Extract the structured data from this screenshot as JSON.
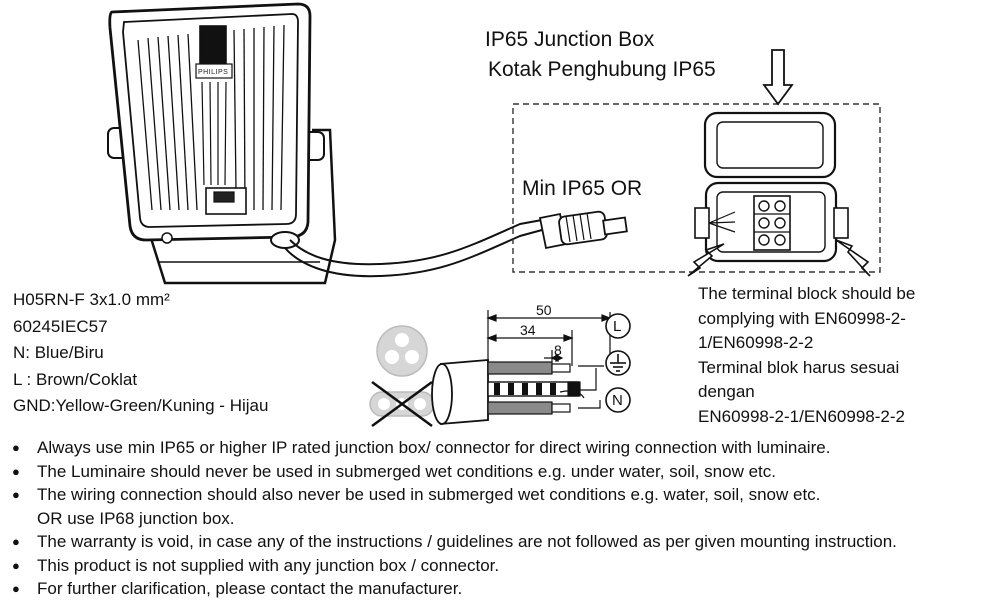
{
  "junction_box": {
    "title_en": "IP65 Junction Box",
    "title_id": "Kotak Penghubung IP65"
  },
  "connector_label": "Min  IP65  OR",
  "brand_on_luminaire": "PHILIPS",
  "cable_spec": {
    "line1": "H05RN-F 3x1.0 mm²",
    "line2": "60245IEC57",
    "line3": "N: Blue/Biru",
    "line4": "L : Brown/Coklat",
    "line5": "GND:Yellow-Green/Kuning - Hijau"
  },
  "dimensions": {
    "d50": "50",
    "d34": "34",
    "d8": "8"
  },
  "symbols": {
    "live": "L",
    "neutral": "N"
  },
  "terminal_block": {
    "en_line1": "The terminal block should be",
    "en_line2": "complying with EN60998-2-",
    "en_line3": "1/EN60998-2-2",
    "id_line1": "Terminal blok harus sesuai",
    "id_line2": "dengan",
    "id_line3": "EN60998-2-1/EN60998-2-2"
  },
  "notes": [
    "Always use min IP65 or higher IP rated junction box/ connector for direct wiring connection with luminaire.",
    "The Luminaire should never be used in submerged wet conditions e.g. under water, soil, snow etc.",
    "The wiring connection should also never be used in submerged wet conditions e.g. water, soil, snow etc.",
    "OR use IP68 junction box.",
    "The warranty is void, in case any of the instructions / guidelines are not followed as per given mounting instruction.",
    "This product is not supplied with any junction box / connector.",
    "For further clarification, please contact the manufacturer."
  ]
}
